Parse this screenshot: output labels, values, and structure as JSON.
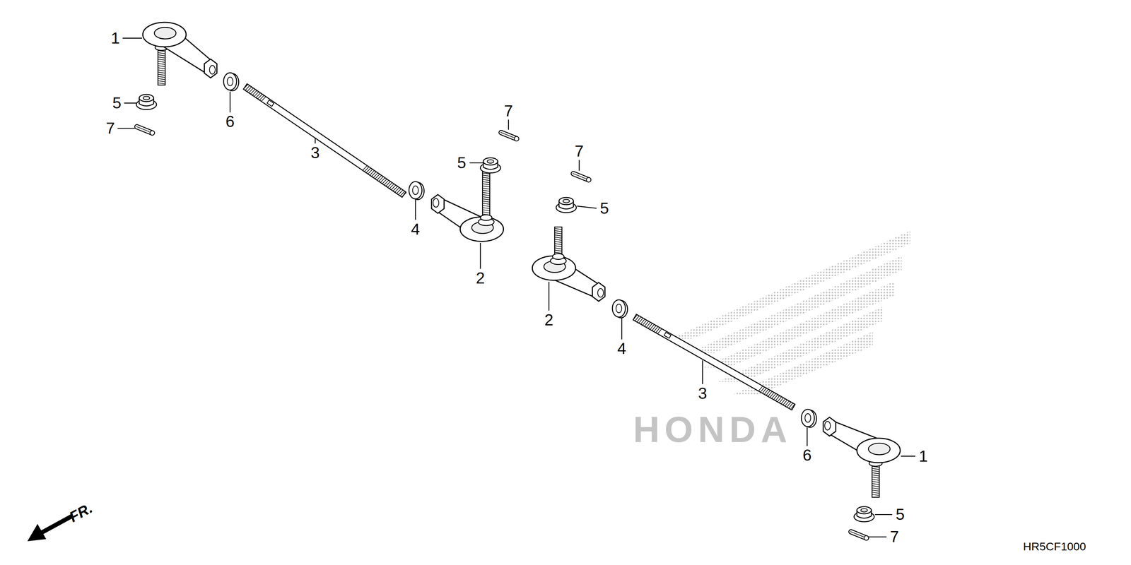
{
  "diagram": {
    "labels": [
      "1",
      "5",
      "7",
      "6",
      "3",
      "7",
      "5",
      "4",
      "2",
      "7",
      "5",
      "2",
      "4",
      "3",
      "6",
      "1",
      "5",
      "7",
      "FR.",
      "HONDA",
      "HR5CF1000"
    ]
  }
}
